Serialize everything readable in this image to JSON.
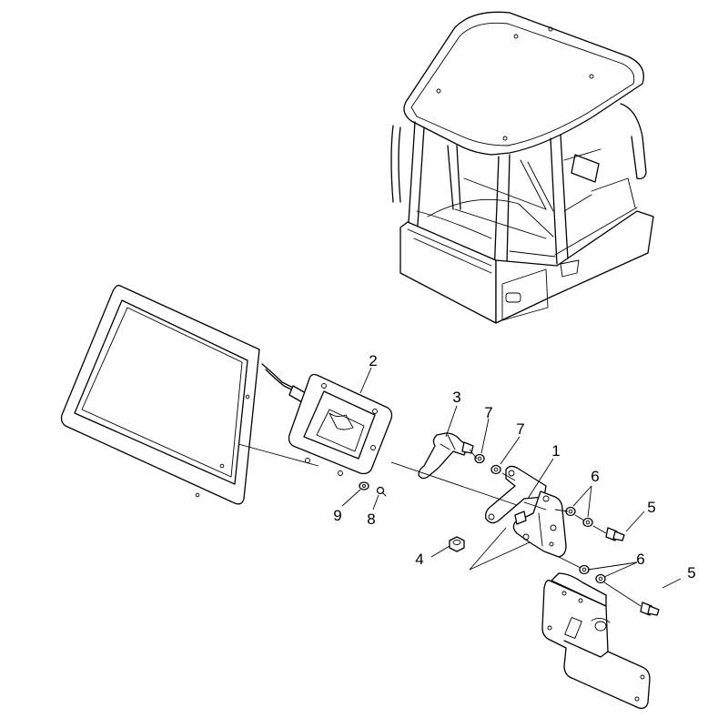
{
  "callouts": {
    "c1": "1",
    "c2": "2",
    "c3": "3",
    "c4": "4",
    "c5a": "5",
    "c5b": "5",
    "c6a": "6",
    "c6b": "6",
    "c7a": "7",
    "c7b": "7",
    "c8": "8",
    "c9": "9"
  }
}
